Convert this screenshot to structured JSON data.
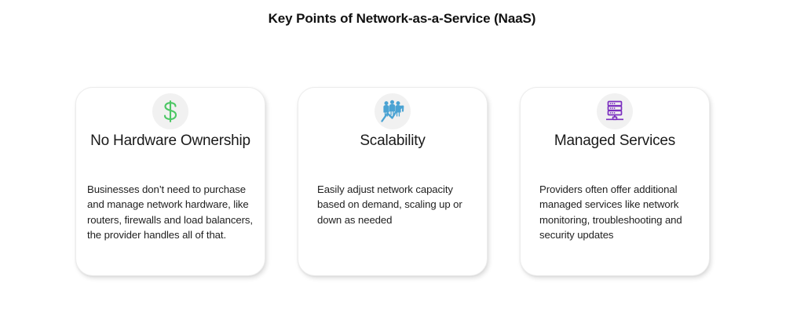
{
  "page": {
    "title": "Key Points of Network-as-a-Service (NaaS)",
    "background_color": "#ffffff",
    "title_color": "#111111"
  },
  "cards": [
    {
      "icon_name": "dollar-sign-icon",
      "icon_color": "#4CC764",
      "icon_bg_color": "#f1f1f1",
      "title": "No Hardware Ownership",
      "body": "Businesses don’t need to purchase and manage network hardware, like routers, firewalls and load balancers, the provider handles all of that."
    },
    {
      "icon_name": "people-growth-chart-icon",
      "icon_color": "#4BA3D3",
      "icon_bg_color": "#f1f1f1",
      "title": "Scalability",
      "body": "Easily adjust network capacity based on demand, scaling up or down as needed"
    },
    {
      "icon_name": "server-rack-icon",
      "icon_color": "#7B2FBF",
      "icon_bg_color": "#f1f1f1",
      "title": "Managed Services",
      "body": "Providers often offer additional managed services like network monitoring, troubleshooting and security updates"
    }
  ]
}
